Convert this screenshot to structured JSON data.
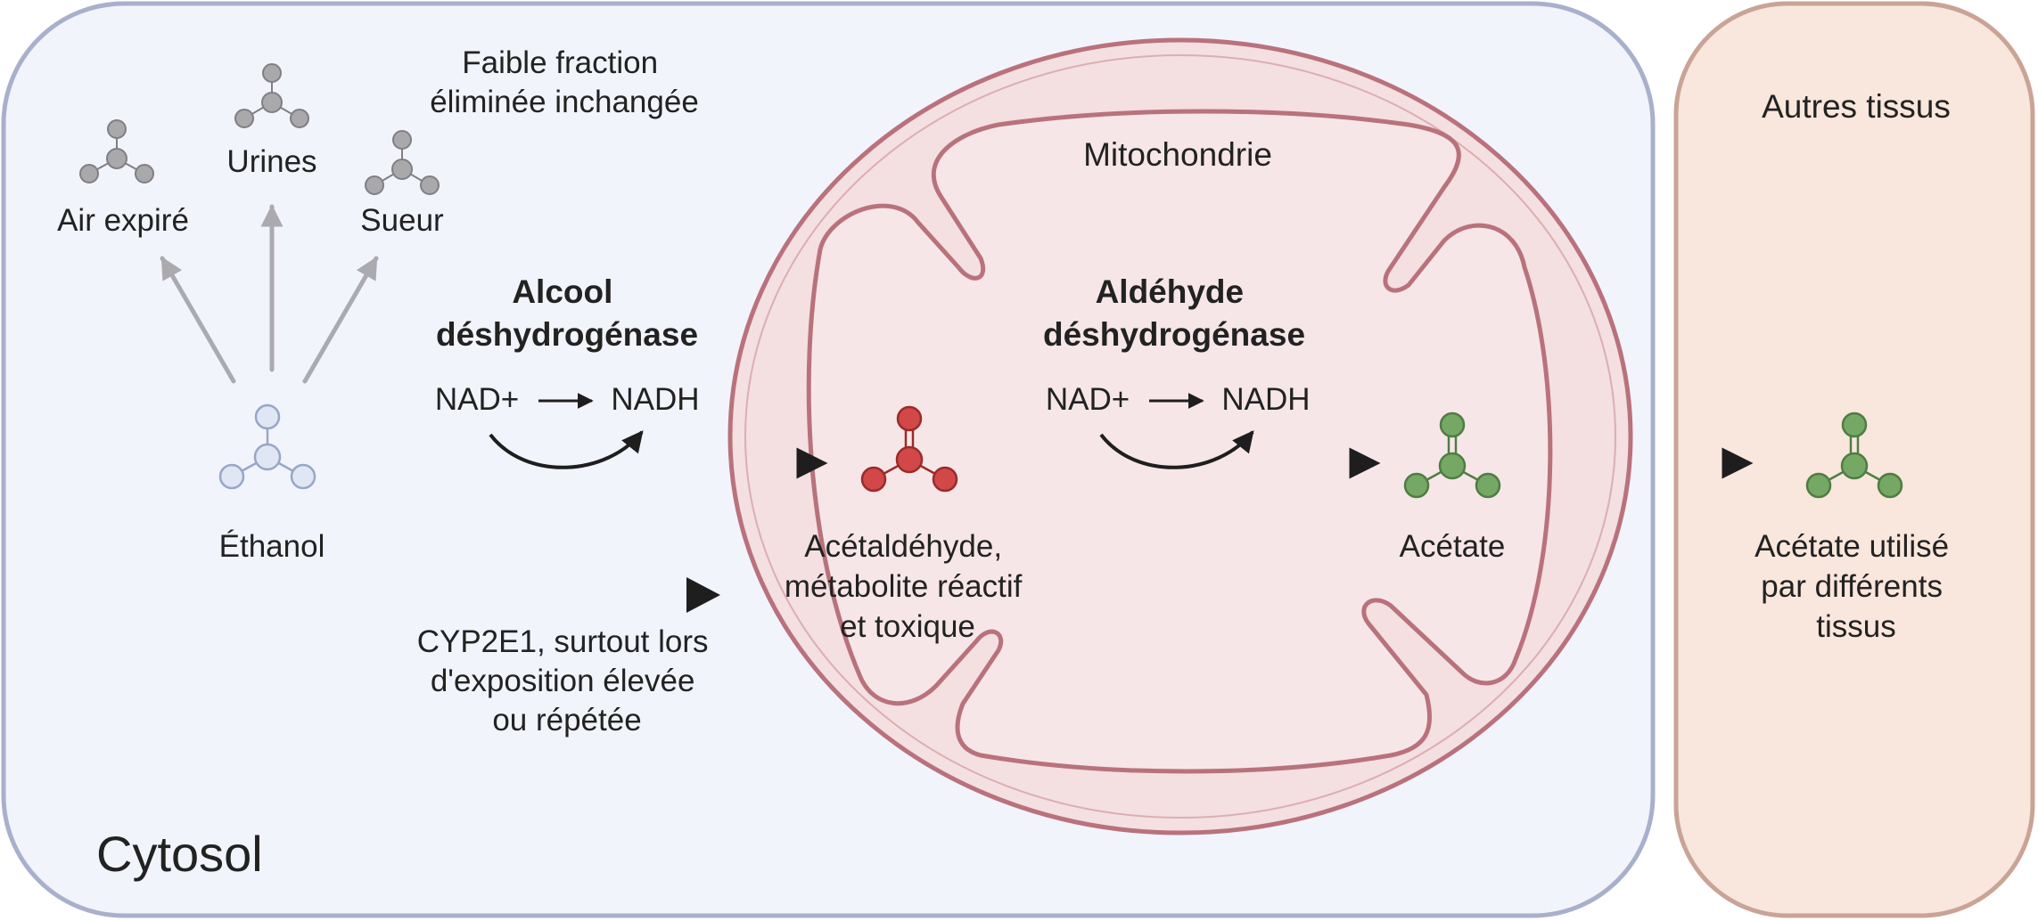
{
  "compartments": {
    "cytosol": "Cytosol",
    "mitochondria": "Mitochondrie",
    "other_tissues": "Autres tissus"
  },
  "elimination": {
    "note": [
      "Faible fraction",
      "éliminée inchangée"
    ],
    "routes": [
      "Air expiré",
      "Urines",
      "Sueur"
    ]
  },
  "molecules": {
    "ethanol": "Éthanol",
    "acetaldehyde": [
      "Acétaldéhyde,",
      "métabolite réactif",
      "et toxique"
    ],
    "acetate": "Acétate",
    "acetate_used": [
      "Acétate utilisé",
      "par différents",
      "tissus"
    ]
  },
  "enzymes": {
    "adh": [
      "Alcool",
      "déshydrogénase"
    ],
    "aldh": [
      "Aldéhyde",
      "déshydrogénase"
    ],
    "cyp": [
      "CYP2E1, surtout lors",
      "d'exposition élevée",
      "ou répétée"
    ]
  },
  "cofactors": {
    "in": "NAD+",
    "out": "NADH"
  },
  "colors": {
    "cytosol_fill": "#f2f4fc",
    "cytosol_border": "#a8b0cc",
    "mito_fill": "#f4dfe1",
    "mito_border": "#b9727c",
    "tissue_fill": "#f9e6dc",
    "tissue_border": "#c9a496",
    "ethanol_node": "#dfe7f5",
    "acetaldehyde_node": "#d24848",
    "acetate_node": "#75a865",
    "eliminated_node": "#a9a9ac"
  }
}
